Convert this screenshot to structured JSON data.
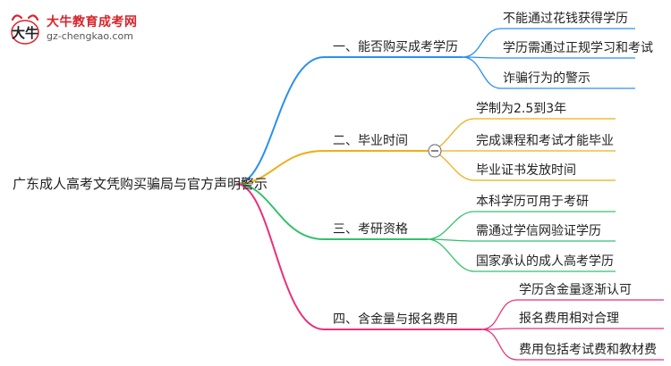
{
  "logo": {
    "title": "大牛教育成考网",
    "url": "gz-chengkao.com"
  },
  "root": "广东成人高考文凭购买骗局与官方声明警示",
  "branches": [
    {
      "label": "一、能否购买成考学历",
      "color": "#2a8ff0",
      "children": [
        "不能通过花钱获得学历",
        "学历需通过正规学习和考试",
        "诈骗行为的警示"
      ]
    },
    {
      "label": "二、毕业时间",
      "color": "#efae16",
      "children": [
        "学制为2.5到3年",
        "完成课程和考试才能毕业",
        "毕业证书发放时间"
      ]
    },
    {
      "label": "三、考研资格",
      "color": "#34c06d",
      "children": [
        "本科学历可用于考研",
        "需通过学信网验证学历",
        "国家承认的成人高考学历"
      ]
    },
    {
      "label": "四、含金量与报名费用",
      "color": "#ea2f7b",
      "children": [
        "学历含金量逐渐认可",
        "报名费用相对合理",
        "费用包括考试费和教材费"
      ]
    }
  ]
}
